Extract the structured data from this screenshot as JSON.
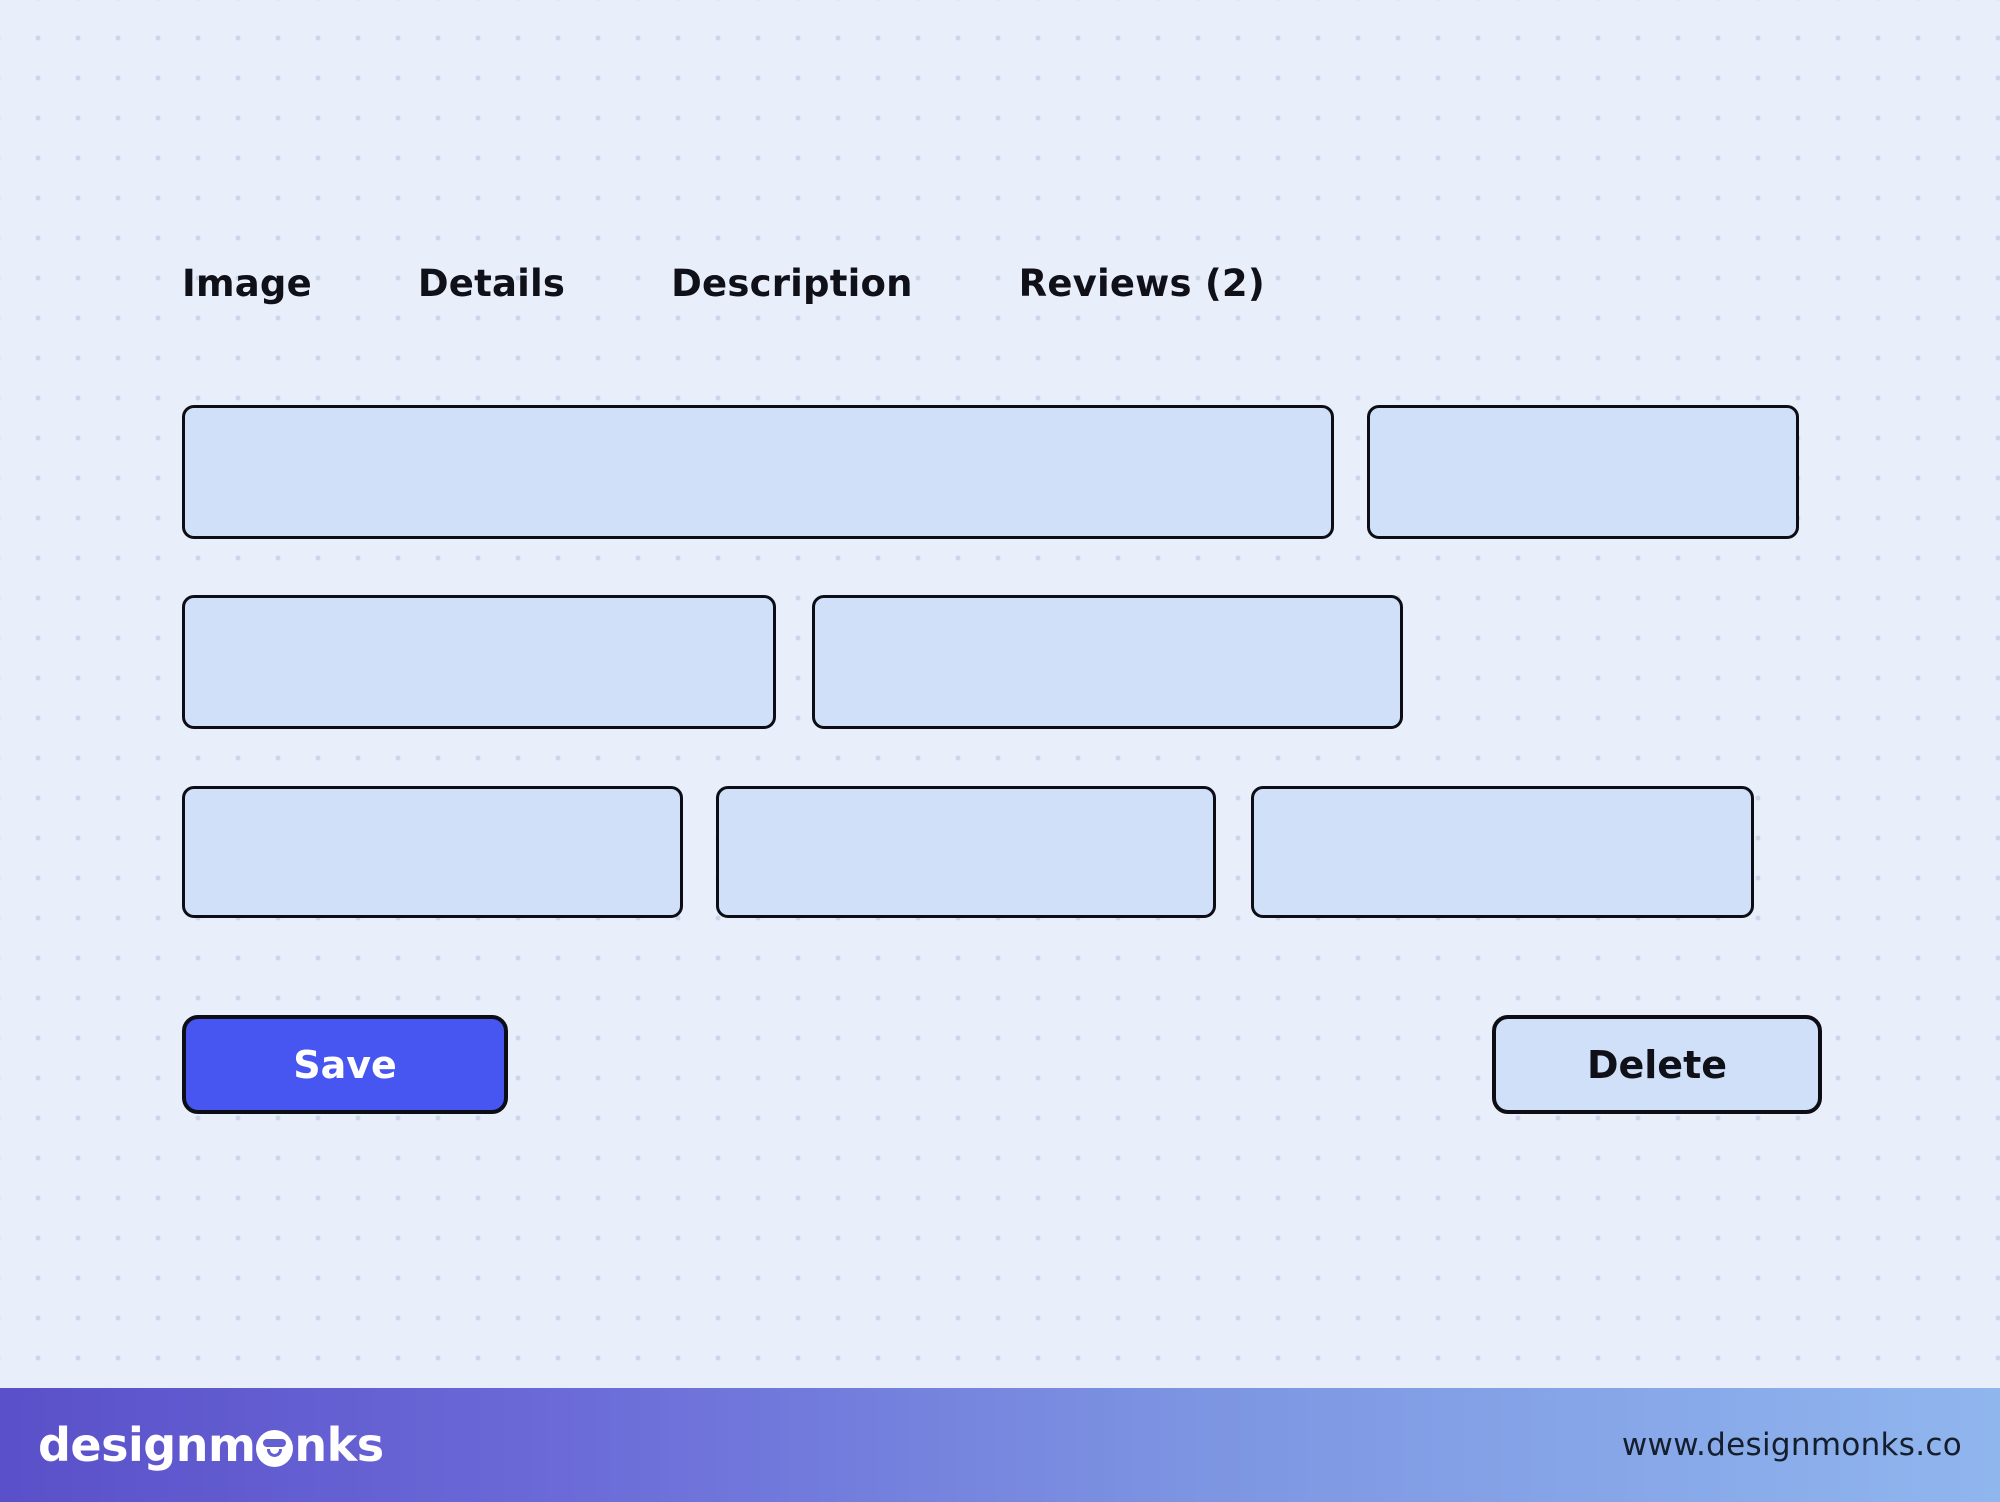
{
  "tabs": [
    {
      "label": "Image"
    },
    {
      "label": "Details"
    },
    {
      "label": "Description"
    },
    {
      "label": "Reviews (2)"
    }
  ],
  "actions": {
    "save_label": "Save",
    "delete_label": "Delete"
  },
  "footer": {
    "logo_full": "designmonks",
    "logo_prefix": "designm",
    "logo_suffix": "nks",
    "url": "www.designmonks.co"
  },
  "icons": {
    "monk_face_icon": "smiling-monk-face-in-logo-o"
  },
  "colors": {
    "background": "#e9eefb",
    "dot_grid": "#ccd5e9",
    "field_fill": "#cfe0f8",
    "outline": "#0d0d16",
    "accent_save": "#4756f0",
    "save_text": "#ffffff",
    "text": "#101018",
    "footer_gradient_start": "#5a50c9",
    "footer_gradient_end": "#90b6ee"
  }
}
